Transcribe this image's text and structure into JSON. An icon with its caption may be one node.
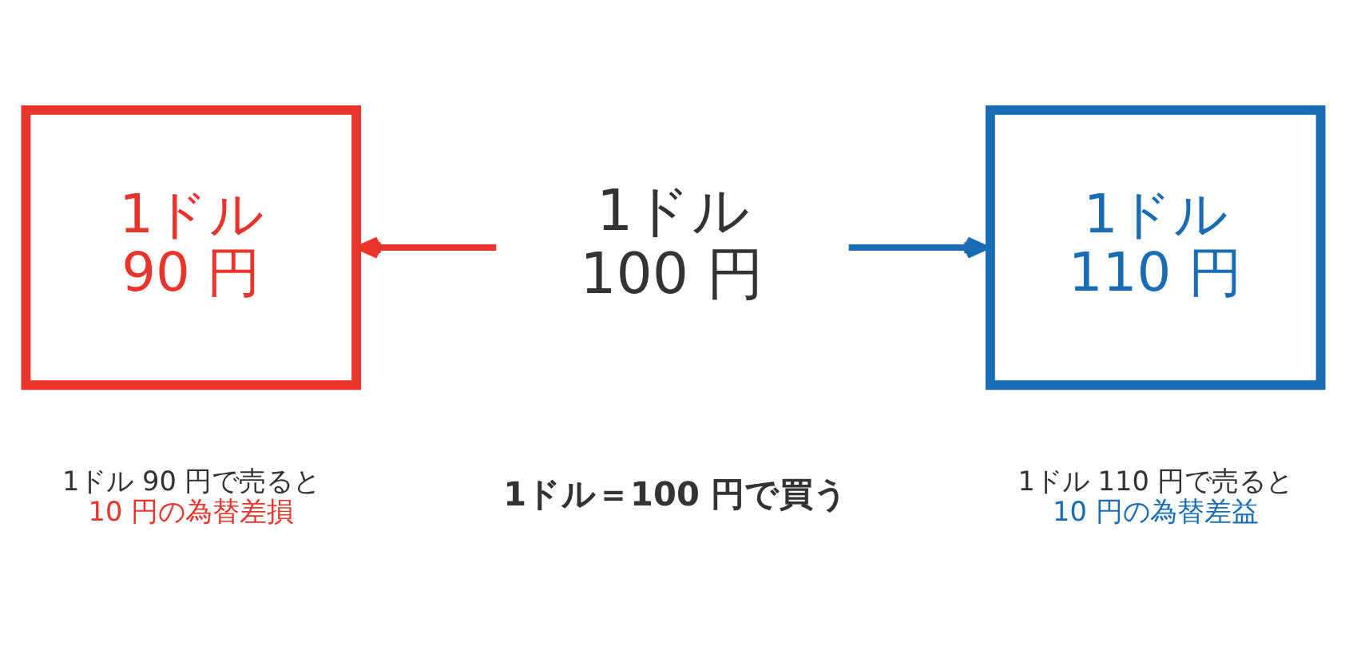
{
  "diagram": {
    "nodes": [
      {
        "text": [
          "1ドル",
          "90 円"
        ],
        "beside": [
          "1ドル 90 円で売ると",
          "10 円の為替差損"
        ]
      },
      {
        "text": [
          "1ドル",
          "100 円"
        ],
        "beside": [
          "1ドル＝100 円で買う"
        ]
      },
      {
        "text": [
          "1ドル",
          "110 円"
        ],
        "beside": [
          "1ドル 110 円で売ると",
          "10 円の為替差益"
        ]
      }
    ],
    "edges": [
      {
        "from": 1,
        "to": 0,
        "arrow": "to",
        "color": "#e8342b"
      },
      {
        "from": 1,
        "to": 2,
        "arrow": "to",
        "color": "#1a6db5"
      }
    ]
  }
}
